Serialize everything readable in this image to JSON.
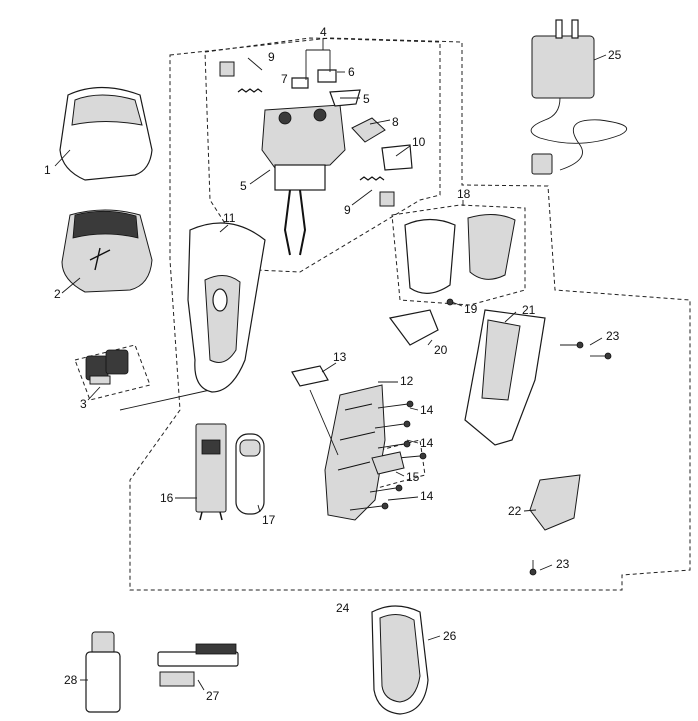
{
  "callouts": {
    "p1": "1",
    "p2": "2",
    "p3": "3",
    "p4": "4",
    "p5a": "5",
    "p5b": "5",
    "p6": "6",
    "p7": "7",
    "p8": "8",
    "p9a": "9",
    "p9b": "9",
    "p10": "10",
    "p11": "11",
    "p12": "12",
    "p13": "13",
    "p14a": "14",
    "p14b": "14",
    "p14c": "14",
    "p15": "15",
    "p16": "16",
    "p17": "17",
    "p18": "18",
    "p19": "19",
    "p20": "20",
    "p21": "21",
    "p22": "22",
    "p23a": "23",
    "p23b": "23",
    "p24": "24",
    "p25": "25",
    "p26": "26",
    "p27": "27",
    "p28": "28"
  }
}
